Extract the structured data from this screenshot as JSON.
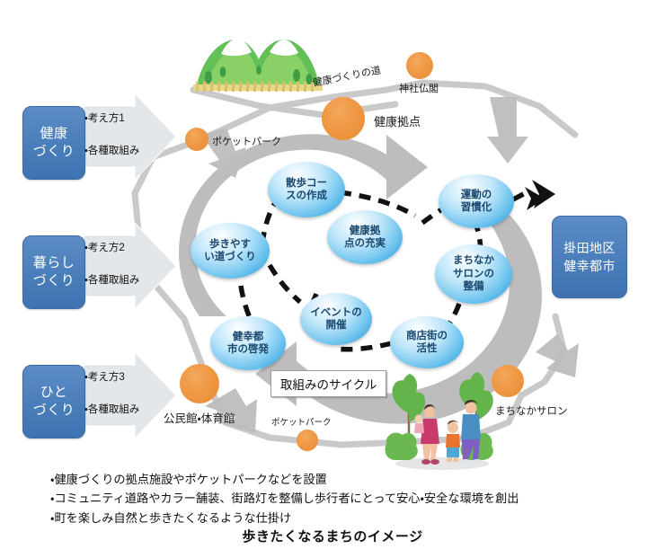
{
  "title": "歩きたくなるまちのイメージ",
  "left_panel": {
    "boxes": [
      {
        "label": "健康\nづくり",
        "line1": "健康",
        "line2": "づくり",
        "bullets": [
          "・考え方1",
          "・各種取組み"
        ]
      },
      {
        "label": "暮らし\nづくり",
        "line1": "暮らし",
        "line2": "づくり",
        "bullets": [
          "・考え方2",
          "・各種取組み"
        ]
      },
      {
        "label": "ひと\nづくり",
        "line1": "ひと",
        "line2": "づくり",
        "bullets": [
          "・考え方3",
          "・各種取組み"
        ]
      }
    ]
  },
  "destination": {
    "line1": "掛田地区",
    "line2": "健幸都市"
  },
  "cycle": {
    "caption": "取組みのサイクル",
    "nodes": [
      {
        "id": "walk-road",
        "line1": "歩きやす",
        "line2": "い道づくり"
      },
      {
        "id": "walk-course",
        "line1": "散歩コー",
        "line2": "スの作成"
      },
      {
        "id": "health-base",
        "line1": "健康拠",
        "line2": "点の充実"
      },
      {
        "id": "exercise-habit",
        "line1": "運動の",
        "line2": "習慣化"
      },
      {
        "id": "machinaka-salon",
        "line1": "まちなか",
        "line2": "サロンの",
        "line3": "整備"
      },
      {
        "id": "shopping-street",
        "line1": "商店街の",
        "line2": "活性"
      },
      {
        "id": "event",
        "line1": "イベントの",
        "line2": "開催"
      },
      {
        "id": "kenkou-city-awareness",
        "line1": "健幸都",
        "line2": "市の啓発"
      }
    ]
  },
  "map_labels": {
    "road": "健康づくりの道",
    "shrine": "神社仏閣",
    "pocket_park_top": "ポケットパーク",
    "pocket_park_bottom": "ポケットパーク",
    "health_base": "健康拠点",
    "community_hall": "公民館・体育館",
    "town_salon": "まちなかサロン"
  },
  "notes": [
    "・健康づくりの拠点施設やポケットパークなどを設置",
    "・コミュニティ道路やカラー舗装、街路灯を整備し歩行者にとって安心・安全な環境を創出",
    "・町を楽しみ自然と歩きたくなるような仕掛け"
  ],
  "colors": {
    "box_blue": "#4a7ebb",
    "bubble_blue": "#39a6e0",
    "orange": "#ef9845",
    "gray_arrow": "#bdbdbd",
    "road_gray": "#c9c9c9"
  }
}
